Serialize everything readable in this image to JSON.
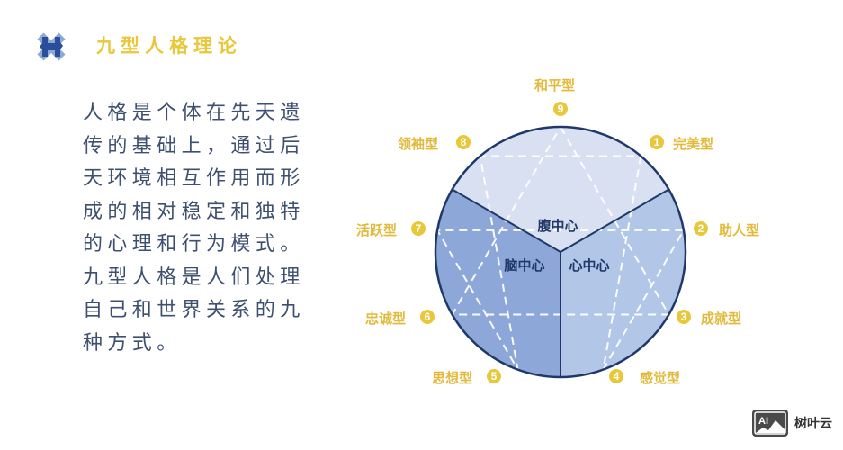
{
  "header": {
    "title": "九型人格理论",
    "logo_icon": "puzzle-cross-icon"
  },
  "body": {
    "lines": [
      "人格是个体在先天遗",
      "传的基础上，通过后",
      "天环境相互作用而形",
      "成的相对稳定和独特",
      "的心理和行为模式。",
      "九型人格是人们处理",
      "自己和世界关系的九",
      "种方式。"
    ]
  },
  "diagram": {
    "centers": {
      "gut": "腹中心",
      "head": "脑中心",
      "heart": "心中心"
    },
    "types": [
      {
        "number": "1",
        "name": "完美型"
      },
      {
        "number": "2",
        "name": "助人型"
      },
      {
        "number": "3",
        "name": "成就型"
      },
      {
        "number": "4",
        "name": "感觉型"
      },
      {
        "number": "5",
        "name": "思想型"
      },
      {
        "number": "6",
        "name": "忠诚型"
      },
      {
        "number": "7",
        "name": "活跃型"
      },
      {
        "number": "8",
        "name": "领袖型"
      },
      {
        "number": "9",
        "name": "和平型"
      }
    ],
    "colors": {
      "gut": "#d8e0f2",
      "head": "#8da8d8",
      "heart": "#b2c6e8",
      "outline": "#1f3868",
      "accent": "#e8c83a"
    }
  },
  "watermark": {
    "badge": "AI",
    "text": "树叶云"
  }
}
